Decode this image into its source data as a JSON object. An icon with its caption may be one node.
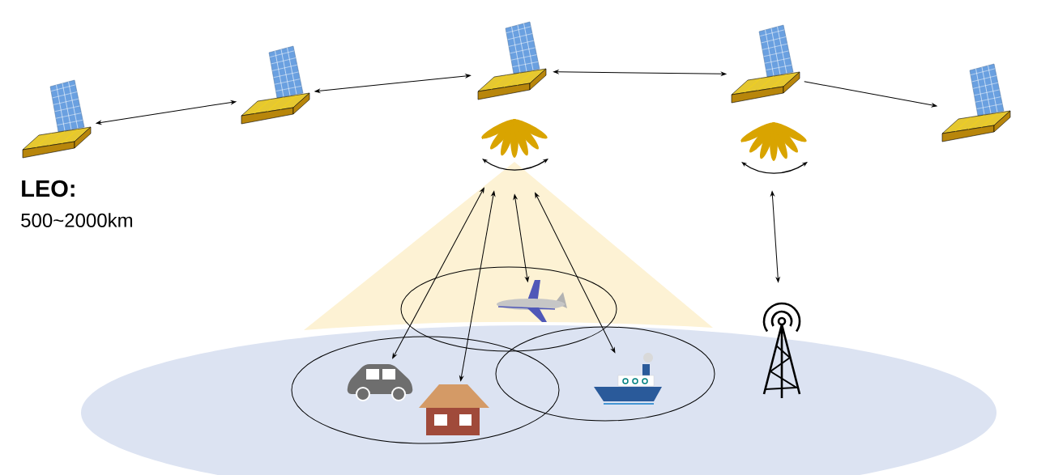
{
  "diagram": {
    "nodes": [
      {
        "text": [],
        "shape": "picture"
      },
      {
        "text": [],
        "shape": "picture"
      },
      {
        "text": [],
        "shape": "picture"
      },
      {
        "text": [],
        "shape": "picture"
      },
      {
        "text": [],
        "shape": "picture"
      },
      {
        "text": [],
        "shape": "picture"
      },
      {
        "text": [],
        "shape": "picture"
      },
      {
        "text": [],
        "shape": "picture"
      },
      {
        "text": [],
        "shape": "picture"
      },
      {
        "text": [],
        "shape": "picture"
      },
      {
        "text": [],
        "shape": "picture"
      },
      {
        "text": [],
        "shape": "picture"
      }
    ],
    "edges": [
      {
        "from": 0,
        "to": 1,
        "arrow": "both"
      },
      {
        "from": 1,
        "to": 2,
        "arrow": "both"
      },
      {
        "from": 2,
        "to": 3,
        "arrow": "both"
      },
      {
        "from": 3,
        "to": 4,
        "arrow": "to"
      },
      {
        "from": 5,
        "to": 8,
        "arrow": "both"
      },
      {
        "from": 5,
        "to": 9,
        "arrow": "both"
      },
      {
        "from": 5,
        "to": 7,
        "arrow": "both"
      },
      {
        "from": 5,
        "to": 10,
        "arrow": "both"
      },
      {
        "from": 6,
        "to": 11,
        "arrow": "both"
      }
    ],
    "labels": [
      "**LEO:**",
      "500~2000km"
    ]
  }
}
